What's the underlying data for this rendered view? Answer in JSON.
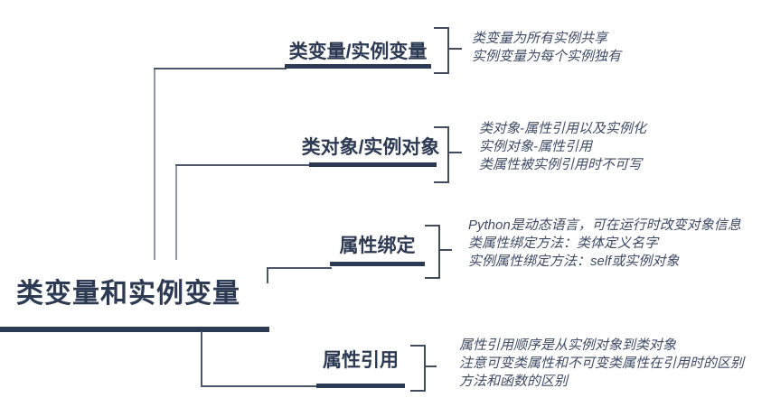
{
  "main_topic": {
    "label": "类变量和实例变量"
  },
  "branches": [
    {
      "label": "类变量/实例变量",
      "notes": [
        "类变量为所有实例共享",
        "实例变量为每个实例独有"
      ]
    },
    {
      "label": "类对象/实例对象",
      "notes": [
        "类对象-属性引用以及实例化",
        "实例对象-属性引用",
        "类属性被实例引用时不可写"
      ]
    },
    {
      "label": "属性绑定",
      "notes": [
        "Python是动态语言，可在运行时改变对象信息",
        "类属性绑定方法：类体定义名字",
        "实例属性绑定方法：self或实例对象"
      ]
    },
    {
      "label": "属性引用",
      "notes": [
        "属性引用顺序是从实例对象到类对象",
        "注意可变类属性和不可变类属性在引用时的区别",
        "方法和函数的区别"
      ]
    }
  ],
  "colors": {
    "node_text": "#2d3a53",
    "node_underline": "#2d3a53",
    "note_text": "#3e4b66",
    "connector_horizontal": "#4d5669",
    "connector_vertical": "#8f95a5",
    "bracket": "#434c5f",
    "background": "#ffffff"
  }
}
